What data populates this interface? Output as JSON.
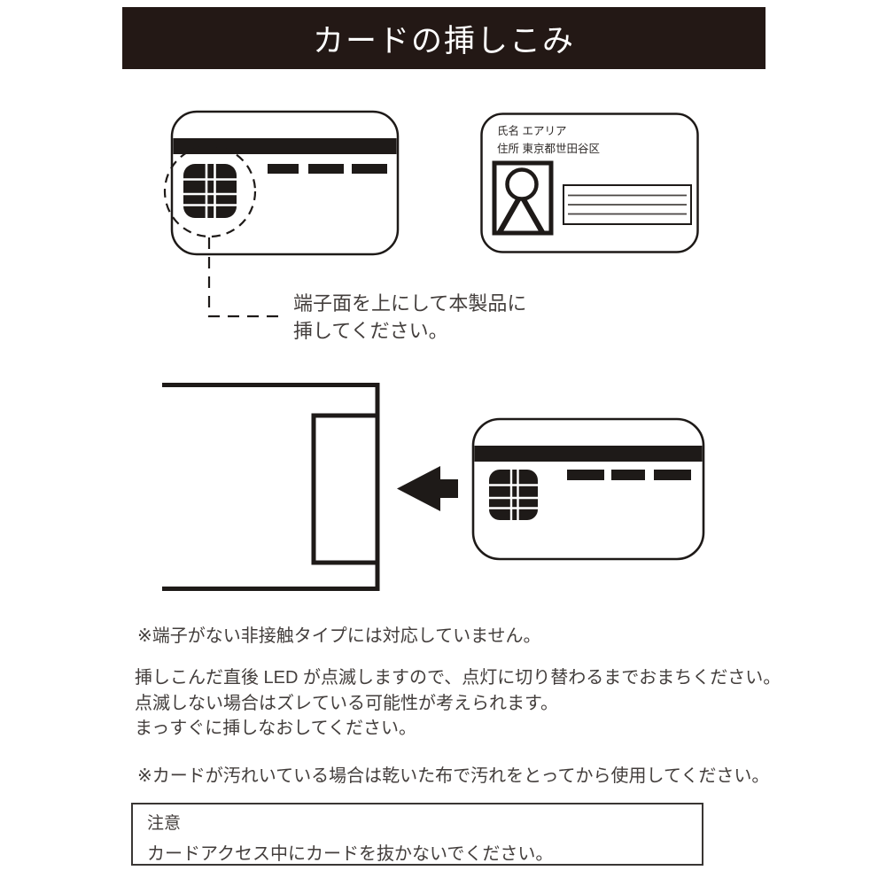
{
  "header": {
    "title": "カードの挿しこみ",
    "bg_color": "#231815",
    "text_color": "#ffffff"
  },
  "top_diagram": {
    "id_card": {
      "name_line": "氏名 エアリア",
      "address_line": "住所 東京都世田谷区"
    },
    "caption": {
      "line1": "端子面を上にして本製品に",
      "line2": "挿してください。"
    }
  },
  "notes": {
    "contactless": "※端子がない非接触タイプには対応していません。",
    "led_line1": "挿しこんだ直後 LED が点滅しますので、点灯に切り替わるまでおまちください。",
    "led_line2": "点滅しない場合はズレている可能性が考えられます。",
    "led_line3": "まっすぐに挿しなおしてください。",
    "dirty_card": "※カードが汚れいている場合は乾いた布で汚れをとってから使用してください。"
  },
  "caution": {
    "title": "注意",
    "body": "カードアクセス中にカードを抜かないでください。"
  },
  "icons": {
    "chip": "ic-chip-grid-icon",
    "insert_arrow": "left-arrow-icon",
    "person": "person-silhouette-icon"
  },
  "colors": {
    "header_bg": "#231815",
    "diagram_line": "#1e1a18",
    "body_text": "#433e3c"
  }
}
